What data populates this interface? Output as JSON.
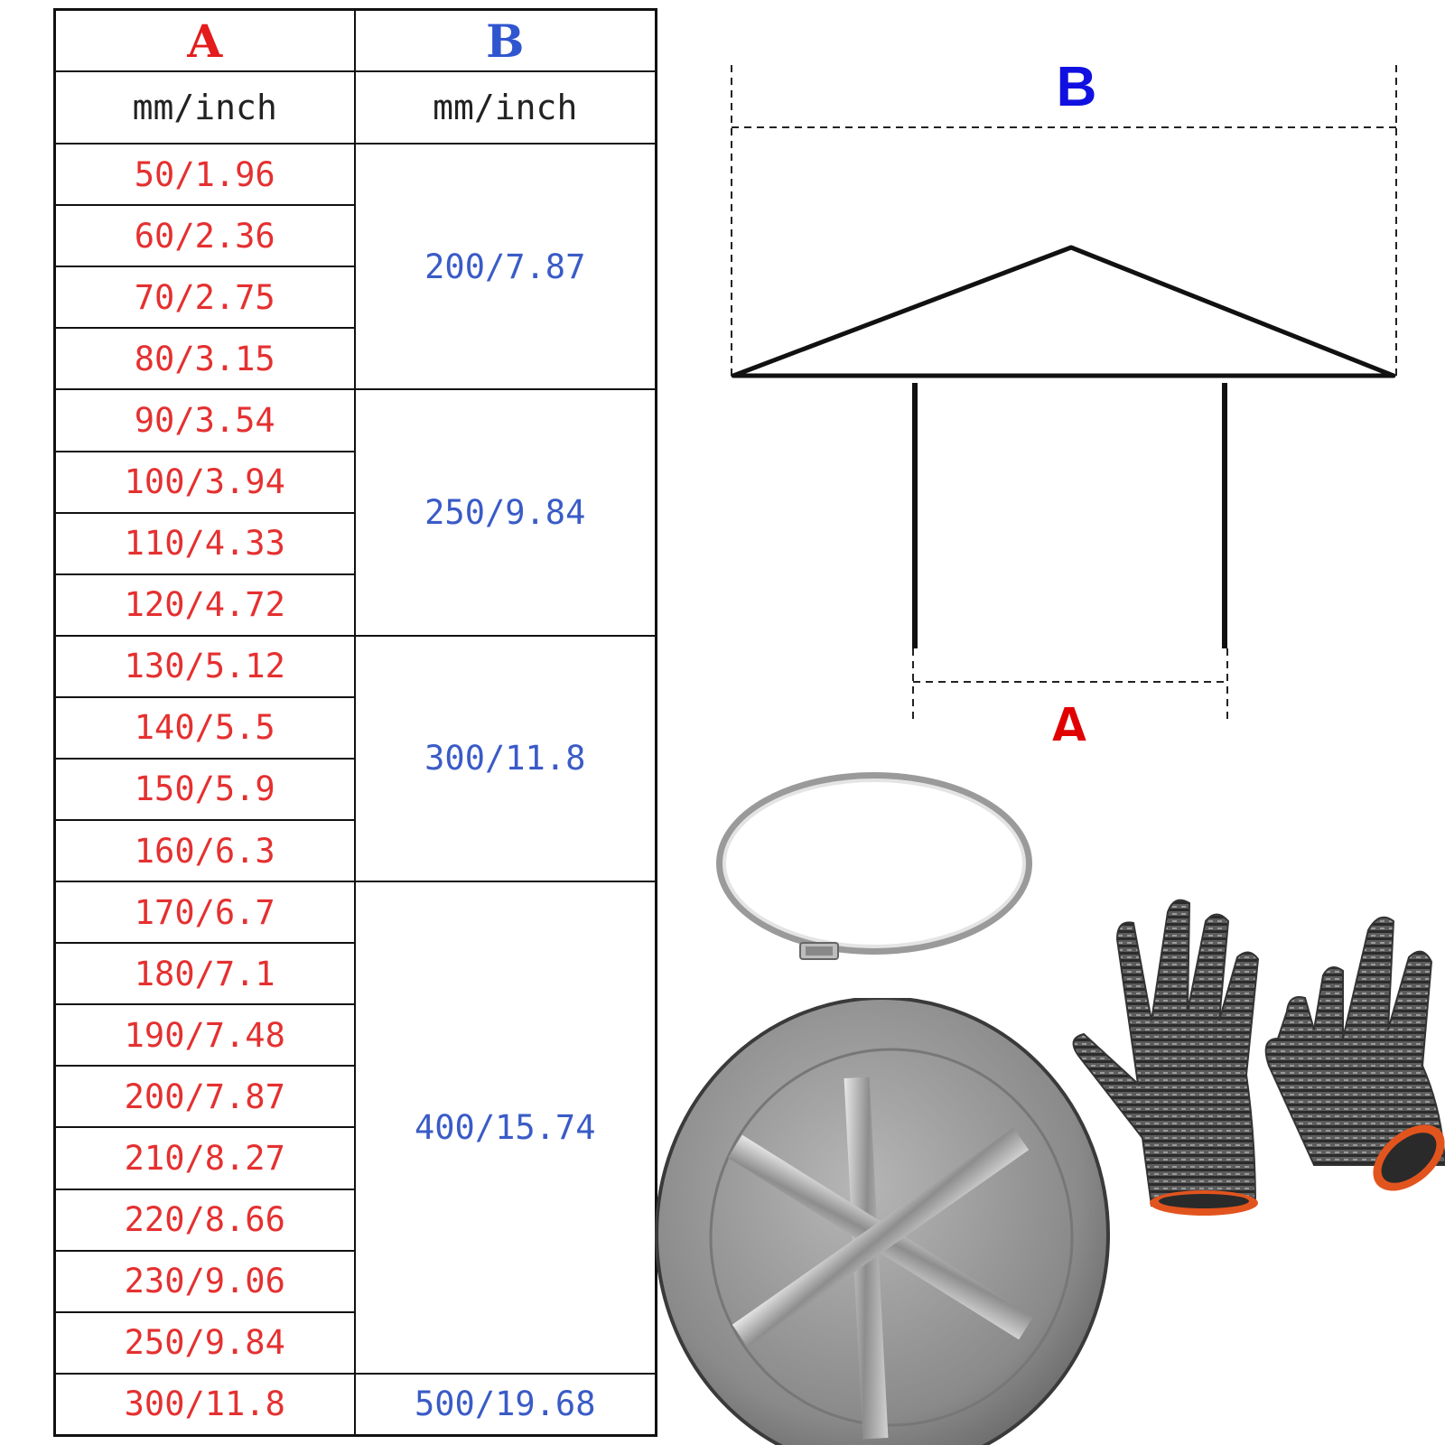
{
  "table": {
    "header_a": "A",
    "header_b": "B",
    "unit_a": "mm/inch",
    "unit_b": "mm/inch",
    "groups": [
      {
        "b": "200/7.87",
        "a": [
          "50/1.96",
          "60/2.36",
          "70/2.75",
          "80/3.15"
        ]
      },
      {
        "b": "250/9.84",
        "a": [
          "90/3.54",
          "100/3.94",
          "110/4.33",
          "120/4.72"
        ]
      },
      {
        "b": "300/11.8",
        "a": [
          "130/5.12",
          "140/5.5",
          "150/5.9",
          "160/6.3"
        ]
      },
      {
        "b": "400/15.74",
        "a": [
          "170/6.7",
          "180/7.1",
          "190/7.48",
          "200/7.87",
          "210/8.27",
          "220/8.66",
          "230/9.06",
          "250/9.84"
        ]
      },
      {
        "b": "500/19.68",
        "a": [
          "300/11.8"
        ]
      }
    ]
  },
  "diagram": {
    "label_b": "B",
    "label_a": "A",
    "color_b": "#1010e0",
    "color_a": "#e00000"
  },
  "photos": {
    "clamp": "hose-clamp-ring",
    "cap": "rain-cap-underside",
    "gloves": "work-gloves"
  },
  "colors": {
    "a_values": "#e53030",
    "b_values": "#3a5bc7"
  }
}
